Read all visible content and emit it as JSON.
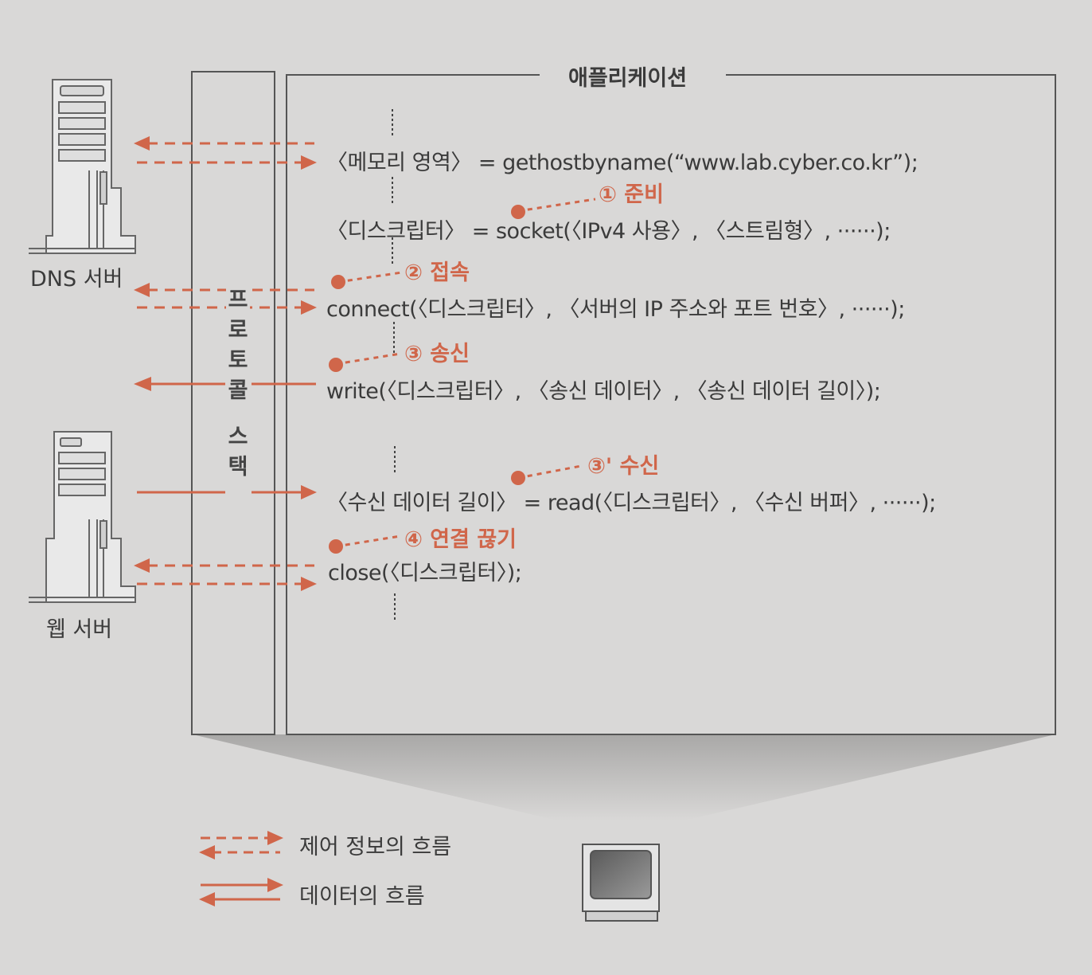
{
  "application_label": "애플리케이션",
  "protocol_stack_chars": [
    "프",
    "로",
    "토",
    "콜",
    "스",
    "택"
  ],
  "servers": {
    "dns_label": "DNS 서버",
    "web_label": "웹 서버"
  },
  "code_lines": {
    "gethostbyname": "〈메모리 영역〉 = gethostbyname(“www.lab.cyber.co.kr”);",
    "socket": "〈디스크립터〉 = socket(〈IPv4 사용〉, 〈스트림형〉, ······);",
    "connect": "connect(〈디스크립터〉, 〈서버의 IP 주소와 포트 번호〉, ······);",
    "write": "write(〈디스크립터〉, 〈송신 데이터〉, 〈송신 데이터 길이〉);",
    "read": "〈수신 데이터 길이〉 = read(〈디스크립터〉, 〈수신 버퍼〉, ······);",
    "close": "close(〈디스크립터〉);"
  },
  "steps": {
    "prepare": "① 준비",
    "connect": "② 접속",
    "send": "③ 송신",
    "receive": "③' 수신",
    "disconnect": "④ 연결 끊기"
  },
  "legend": {
    "control_flow": "제어 정보의 흐름",
    "data_flow": "데이터의 흐름"
  },
  "colors": {
    "accent": "#d0664a",
    "line": "#555555",
    "background": "#d9d8d7"
  },
  "icons": [
    "server-tower-icon",
    "computer-monitor-icon"
  ]
}
